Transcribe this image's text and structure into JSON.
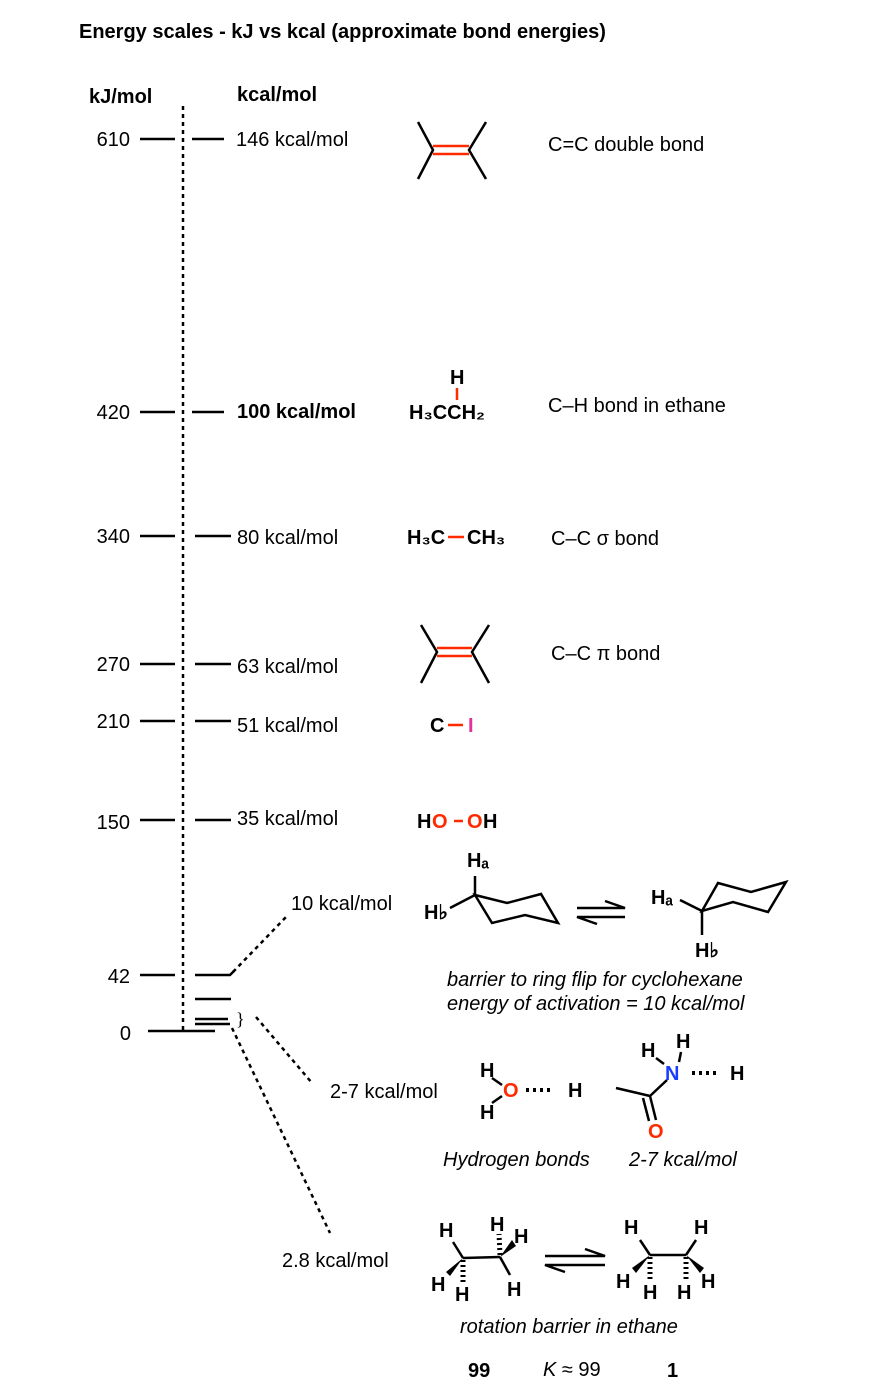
{
  "title": "Energy scales - kJ vs kcal (approximate bond energies)",
  "axis": {
    "kj_header": "kJ/mol",
    "kcal_header": "kcal/mol"
  },
  "levels": [
    {
      "kj": "610",
      "kcal": "146 kcal/mol",
      "desc": "C=C double bond"
    },
    {
      "kj": "420",
      "kcal": "100 kcal/mol",
      "desc": "C–H bond in ethane"
    },
    {
      "kj": "340",
      "kcal": "80 kcal/mol",
      "desc": "C–C σ bond"
    },
    {
      "kj": "270",
      "kcal": "63 kcal/mol",
      "desc": "C–C π bond"
    },
    {
      "kj": "210",
      "kcal": "51 kcal/mol"
    },
    {
      "kj": "150",
      "kcal": "35 kcal/mol"
    },
    {
      "kj": "42"
    },
    {
      "kj": "0"
    }
  ],
  "structures": {
    "ethane_ch": {
      "h": "H",
      "formula": "H₃CCH₂"
    },
    "ethane_cc": {
      "left": "H₃C",
      "right": "CH₃"
    },
    "ci": {
      "c": "C",
      "i": "I"
    },
    "hooh": {
      "h1": "H",
      "o1": "O",
      "o2": "O",
      "h2": "H"
    },
    "ring": {
      "ha": "Hₐ",
      "hb": "H♭"
    },
    "water": {
      "h": "H",
      "o": "O"
    },
    "amide": {
      "n": "N",
      "o": "O",
      "h": "H"
    }
  },
  "annotations": {
    "ring_flip_energy": "10 kcal/mol",
    "ring_flip_caption1": "barrier to ring flip for cyclohexane",
    "ring_flip_caption2": "energy of activation = 10 kcal/mol",
    "hbond_energy": "2-7 kcal/mol",
    "hbond_caption": "Hydrogen bonds",
    "hbond_caption_energy": "2-7 kcal/mol",
    "rotation_energy": "2.8 kcal/mol",
    "rotation_caption": "rotation barrier in ethane",
    "ratio_left": "99",
    "K_symbol": "K",
    "K_value": " ≈ 99",
    "ratio_right": "1"
  },
  "colors": {
    "bond_highlight": "#ff2a00",
    "oxygen": "#ff2a00",
    "nitrogen": "#1a3cff",
    "iodine": "#e0329a"
  }
}
